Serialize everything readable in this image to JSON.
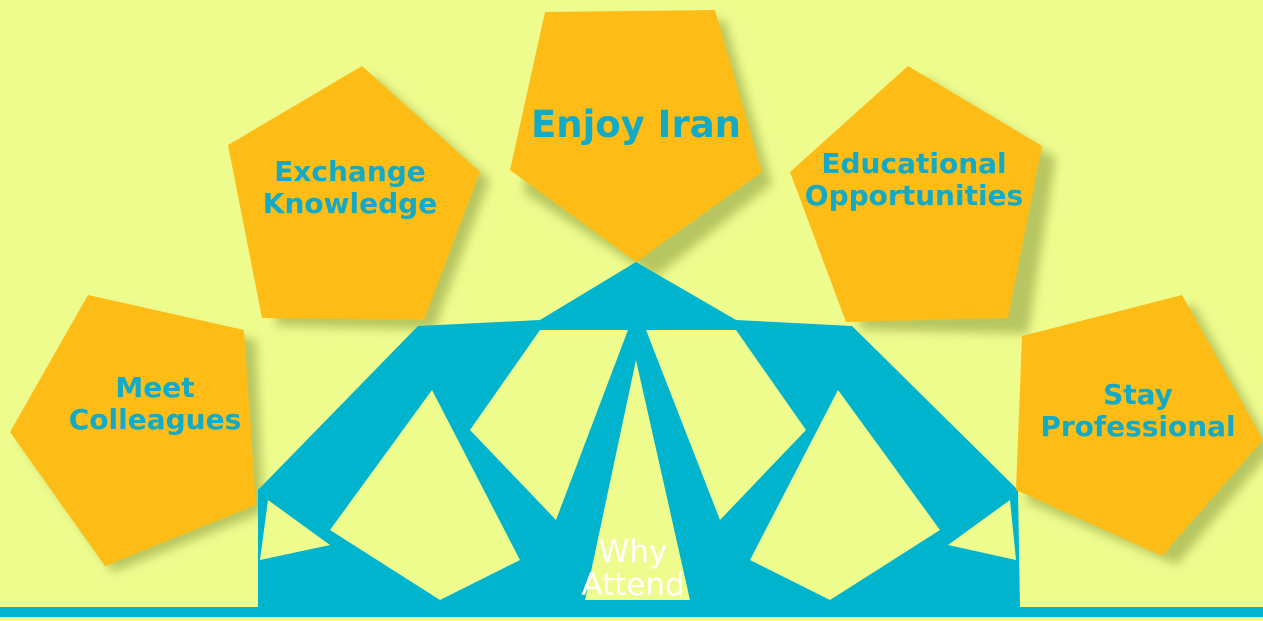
{
  "colors": {
    "background": "#eefc8e",
    "pentagon": "#fdbd16",
    "pentagon_shadow": "#b7c660",
    "star": "#00b4cd",
    "label_text": "#12aac4",
    "center_text": "#ffffff"
  },
  "center": {
    "line1": "Why",
    "line2": "Attend"
  },
  "nodes": [
    {
      "id": "meet-colleagues",
      "line1": "Meet",
      "line2": "Colleagues"
    },
    {
      "id": "exchange-knowledge",
      "line1": "Exchange",
      "line2": "Knowledge"
    },
    {
      "id": "enjoy-iran",
      "line1": "Enjoy Iran",
      "line2": ""
    },
    {
      "id": "educational-opportunities",
      "line1": "Educational",
      "line2": "Opportunities"
    },
    {
      "id": "stay-professional",
      "line1": "Stay",
      "line2": "Professional"
    }
  ]
}
